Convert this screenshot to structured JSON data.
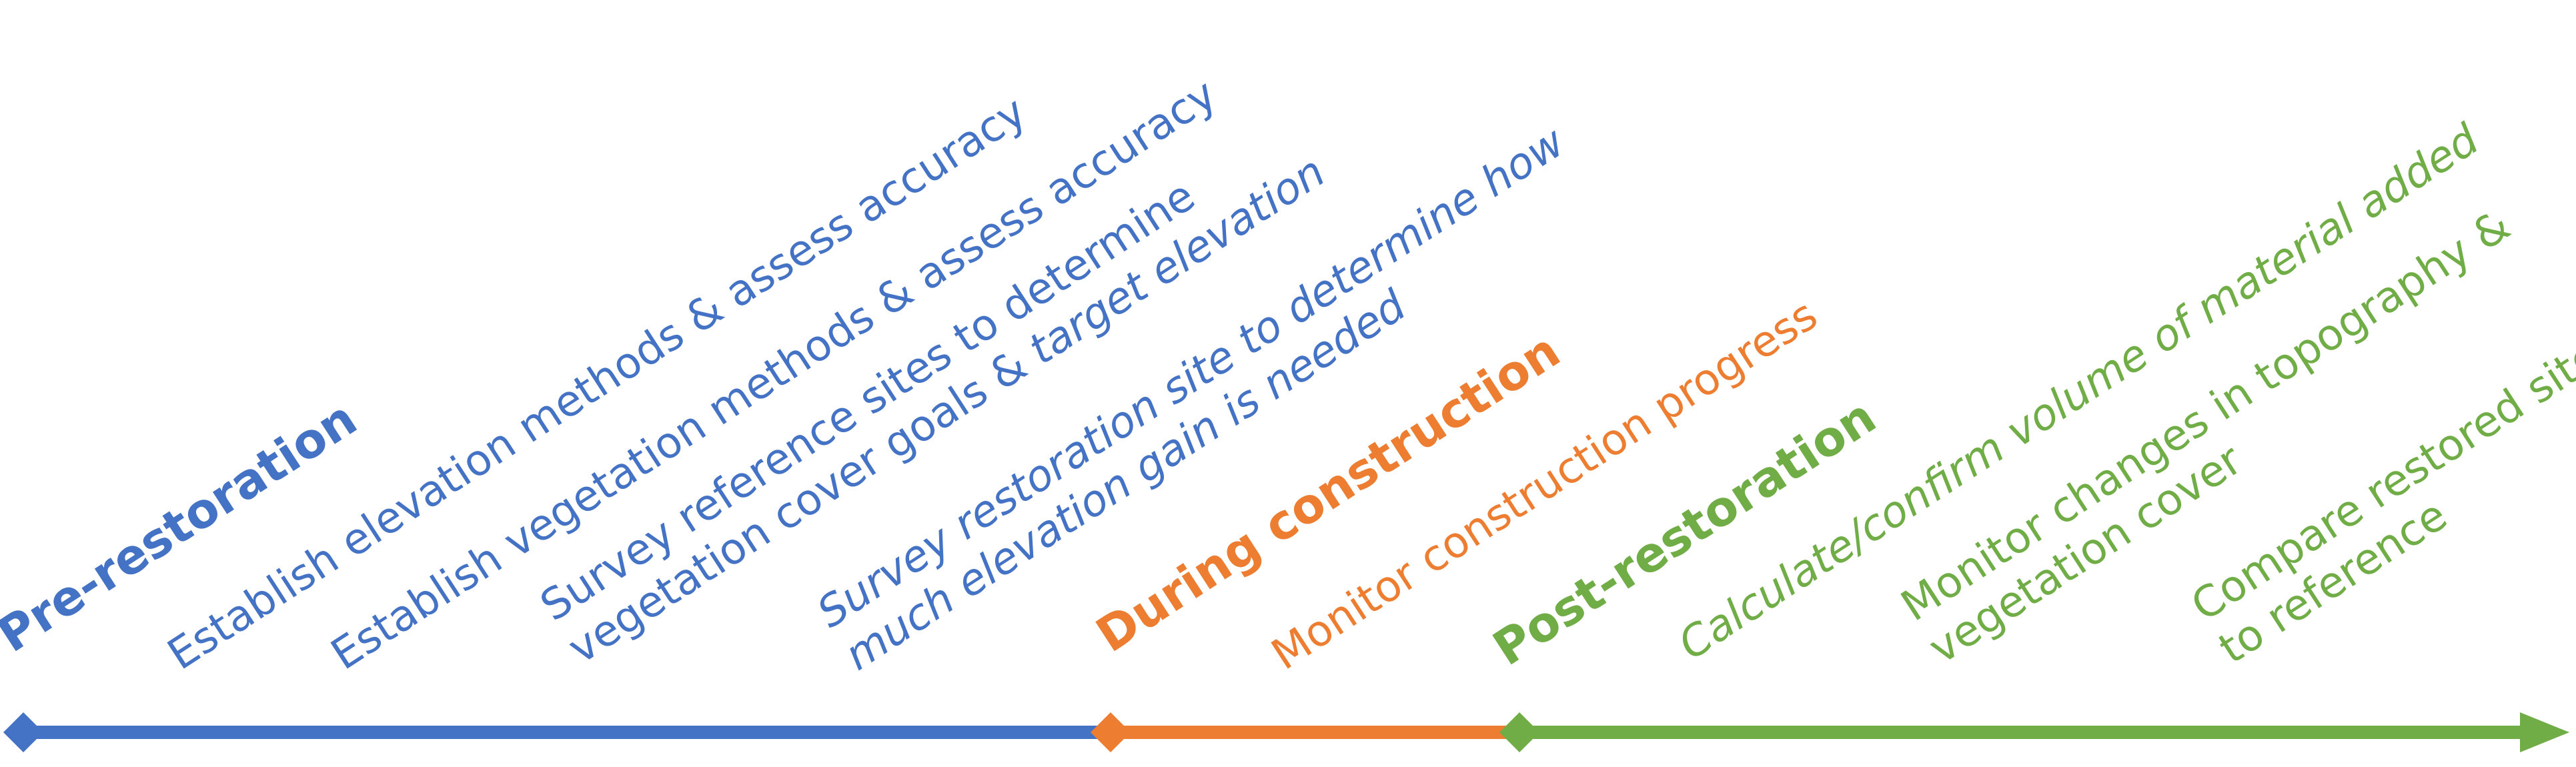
{
  "colors": {
    "pre": "#4472C4",
    "during": "#ED7D31",
    "post": "#70AD47"
  },
  "phases": {
    "pre": {
      "label": "Pre-restoration"
    },
    "during": {
      "label": "During construction"
    },
    "post": {
      "label": "Post-restoration"
    }
  },
  "steps": {
    "s1": {
      "line1": "Establish elevation methods & assess accuracy"
    },
    "s2": {
      "line1": "Establish vegetation methods & assess accuracy"
    },
    "s3": {
      "line1": "Survey reference sites to determine",
      "line2a": "vegetation cover goals & ",
      "line2b": "target elevation"
    },
    "s4": {
      "line1": "Survey restoration site to determine how",
      "line2": "much elevation gain is needed"
    },
    "s5": {
      "line1a": "Monitor ",
      "line1b": "construction progress"
    },
    "s6": {
      "line1": "Calculate/confirm volume of material added"
    },
    "s7": {
      "line1": "Monitor changes in topography &",
      "line2": "vegetation cover"
    },
    "s8": {
      "line1": "Compare restored site",
      "line2": "to reference"
    }
  }
}
